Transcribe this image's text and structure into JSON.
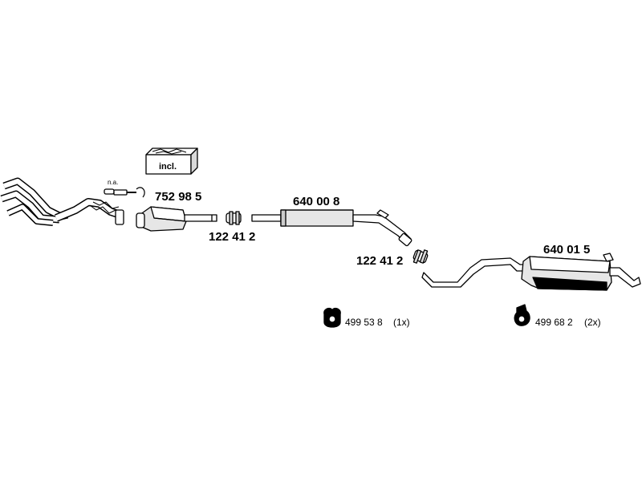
{
  "parts": {
    "catalyst": "752 98 5",
    "clamp_front": "122 41 2",
    "middle_pipe": "640 00 8",
    "clamp_rear": "122 41 2",
    "rear_silencer": "640 01 5"
  },
  "mounts": {
    "mount_a": "499 53 8",
    "mount_a_qty": "(1x)",
    "mount_b": "499 68 2",
    "mount_b_qty": "(2x)"
  },
  "notes": {
    "sensor_na": "n.a.",
    "kit_included": "incl."
  },
  "colors": {
    "ink": "#000000",
    "body_fill": "#d9d9d9",
    "shadow": "#8a8a8a",
    "paper": "#ffffff"
  }
}
